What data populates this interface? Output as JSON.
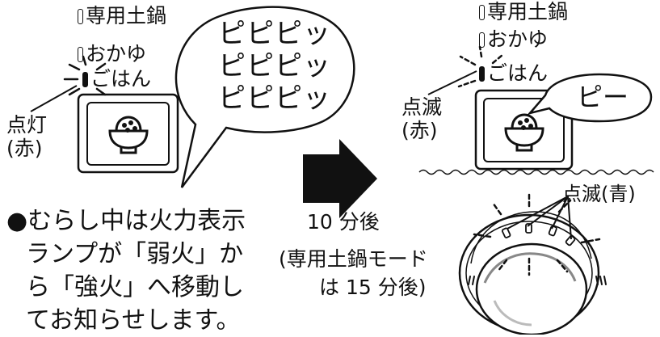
{
  "left_panel": {
    "modes": [
      "専用土鍋",
      "おかゆ",
      "ごはん"
    ],
    "indicator_label_line1": "点灯",
    "indicator_label_line2": "(赤)",
    "bubble_lines": [
      "ピピピッ",
      "ピピピッ",
      "ピピピッ"
    ]
  },
  "right_panel": {
    "modes": [
      "専用土鍋",
      "おかゆ",
      "ごはん"
    ],
    "indicator_label_line1": "点滅",
    "indicator_label_line2": "(赤)",
    "bubble_text": "ピー",
    "dial_label": "点滅(青)"
  },
  "arrow": {
    "line1": "10 分後",
    "line2": "(専用土鍋モード",
    "line3": "は 15 分後)"
  },
  "description": {
    "lines": [
      "●むらし中は火力表示",
      "ランプが「弱火」か",
      "ら「強火」へ移動し",
      "てお知らせします。"
    ]
  },
  "icons": [
    "rice-bowl-icon",
    "heat-dial-icon",
    "arrow-right-icon"
  ]
}
